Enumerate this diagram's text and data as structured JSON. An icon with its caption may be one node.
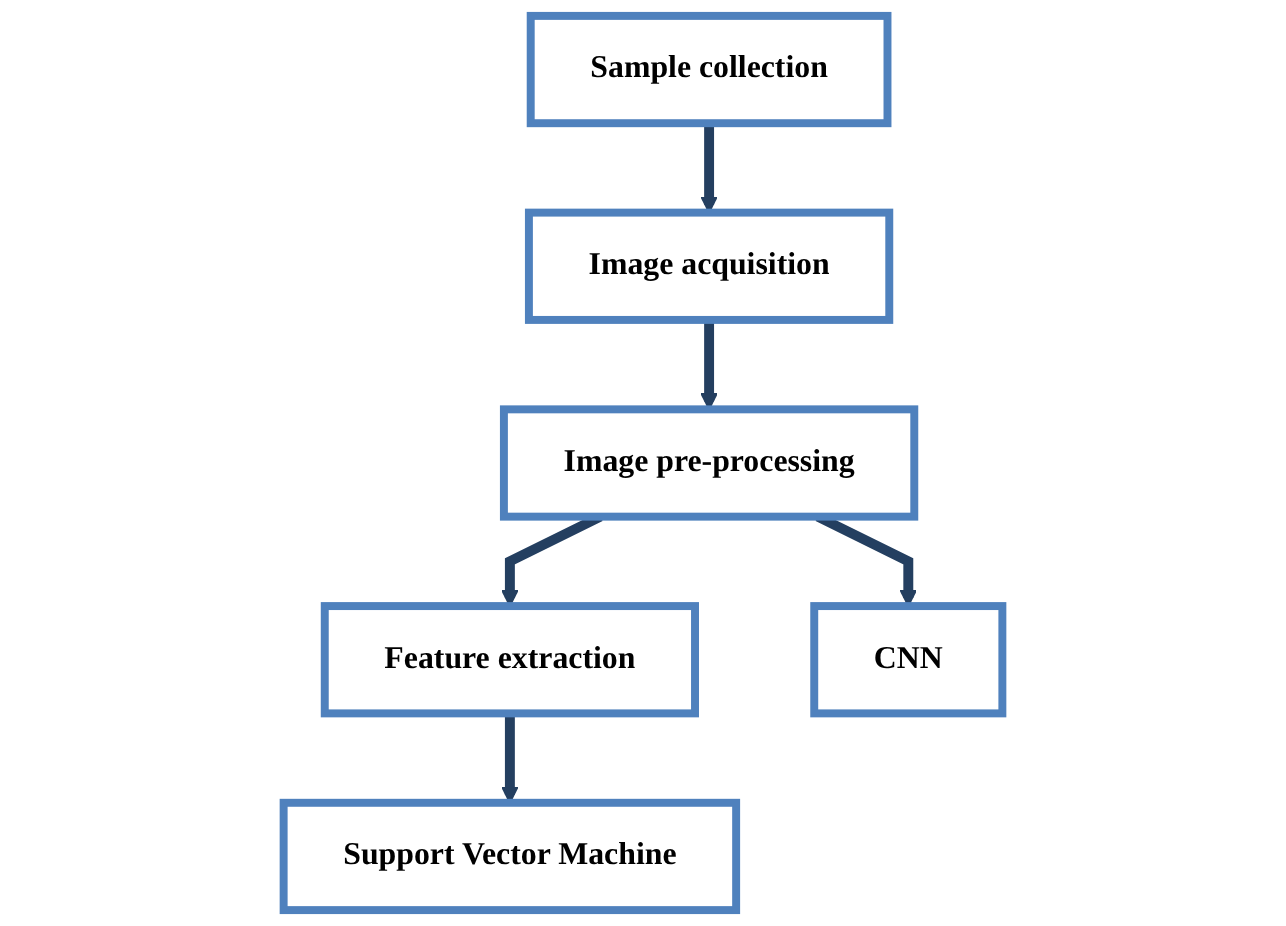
{
  "diagram": {
    "nodes": [
      {
        "text": [
          "Sample collection"
        ]
      },
      {
        "text": [
          "Image acquisition"
        ]
      },
      {
        "text": [
          "Image pre-processing"
        ]
      },
      {
        "text": [
          "Feature extraction"
        ]
      },
      {
        "text": [
          "Support Vector Machine"
        ]
      },
      {
        "text": [
          "CNN"
        ]
      }
    ],
    "edges": [
      {
        "from": 0,
        "to": 1,
        "arrow": "to"
      },
      {
        "from": 1,
        "to": 2,
        "arrow": "to"
      },
      {
        "from": 2,
        "to": 3,
        "arrow": "to"
      },
      {
        "from": 3,
        "to": 4,
        "arrow": "to"
      },
      {
        "from": 2,
        "to": 5,
        "arrow": "to"
      }
    ]
  }
}
